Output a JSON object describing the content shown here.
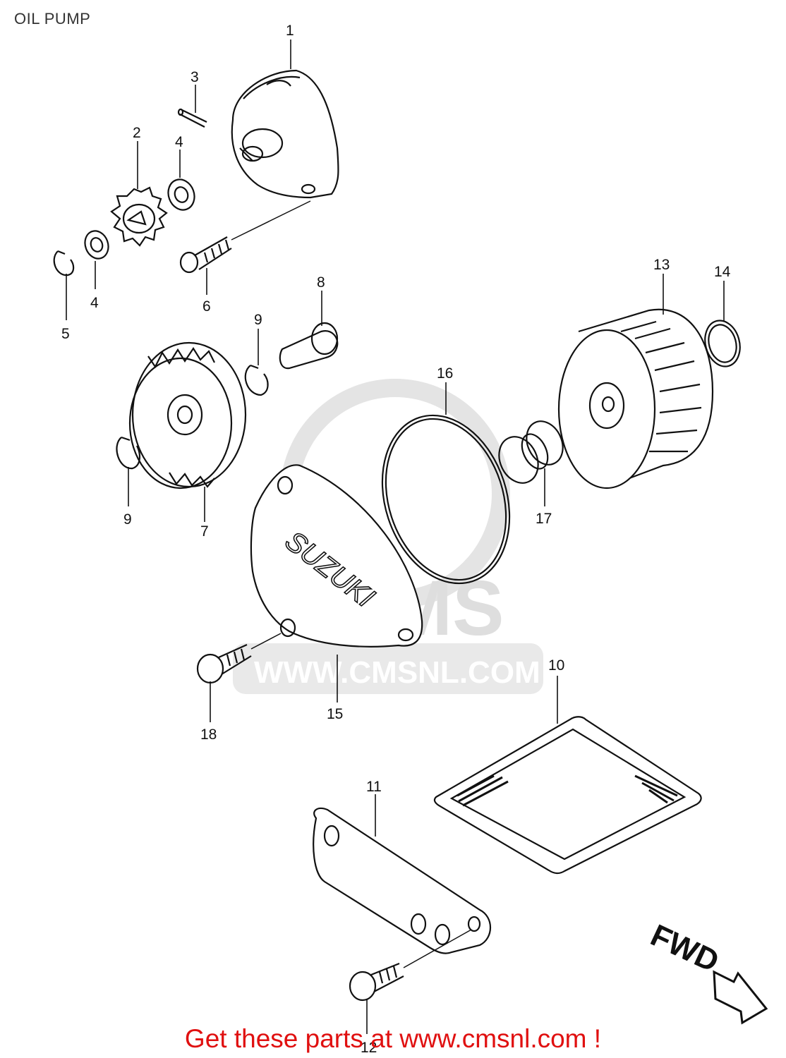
{
  "page": {
    "title": "OIL PUMP"
  },
  "diagram": {
    "part_labels": [
      "1",
      "2",
      "3",
      "4",
      "4",
      "5",
      "6",
      "8",
      "9",
      "9",
      "7",
      "13",
      "14",
      "16",
      "17",
      "10",
      "15",
      "18",
      "11",
      "12"
    ],
    "watermark": {
      "text": "WWW.CMSNL.COM",
      "logo_text": "CMS"
    },
    "brand_marking": "SUZUKI",
    "direction_label": "FWD"
  },
  "footer": {
    "link_text": "Get these parts at www.cmsnl.com !"
  }
}
